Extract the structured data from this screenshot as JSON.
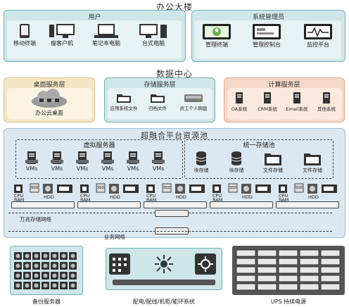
{
  "top": {
    "title": "办公大楼",
    "users": {
      "title": "用户",
      "items": [
        {
          "label": "移动终端",
          "icon": "tablet-icon"
        },
        {
          "label": "瘦客户机",
          "icon": "thin-client-icon"
        },
        {
          "label": "笔记本电脑",
          "icon": "laptop-icon"
        },
        {
          "label": "台式电脑",
          "icon": "desktop-icon"
        }
      ]
    },
    "admins": {
      "title": "系统管理员",
      "items": [
        {
          "label": "管理终端",
          "icon": "admin-terminal-icon"
        },
        {
          "label": "管理控制台",
          "icon": "console-icon"
        },
        {
          "label": "监控平台",
          "icon": "monitor-icon"
        }
      ]
    }
  },
  "datacenter": {
    "title": "数据中心",
    "desktop_layer": {
      "title": "桌面服务层",
      "item": "办公云桌面"
    },
    "storage_layer": {
      "title": "存储服务层",
      "items": [
        "应用系统文件",
        "归档文件",
        "员工个人网盘"
      ]
    },
    "compute_layer": {
      "title": "计算服务层",
      "items": [
        "OA系统",
        "CRM系统",
        "Email系统",
        "其他系统"
      ]
    }
  },
  "pool": {
    "title": "超融合平台资源池",
    "virtual_title": "虚拟服务器",
    "storage_title": "统一存储池",
    "vms": [
      "VMs",
      "VMs",
      "VMs",
      "VMs",
      "VMs",
      "VMs"
    ],
    "stores": [
      "块存储",
      "块存储",
      "文件存储",
      "文件存储"
    ],
    "hw": {
      "cpu": "CPU",
      "ram": "RAM",
      "ssd": "SSD",
      "hdd": "HDD"
    },
    "net_storage": "万兆存储网络",
    "net_business": "业务网络"
  },
  "bottom": {
    "backup": "备份服务器",
    "facility": "配电/配线/机柜/能环系统",
    "ups": "UPS 持续电源"
  },
  "colors": {
    "teal_panel": "#cbe3e6",
    "teal_border": "#5aa3ad",
    "peach_panel": "#f6d8c8",
    "yellow_panel": "#f3e6c4",
    "blue_panel": "#dbe8f2"
  }
}
